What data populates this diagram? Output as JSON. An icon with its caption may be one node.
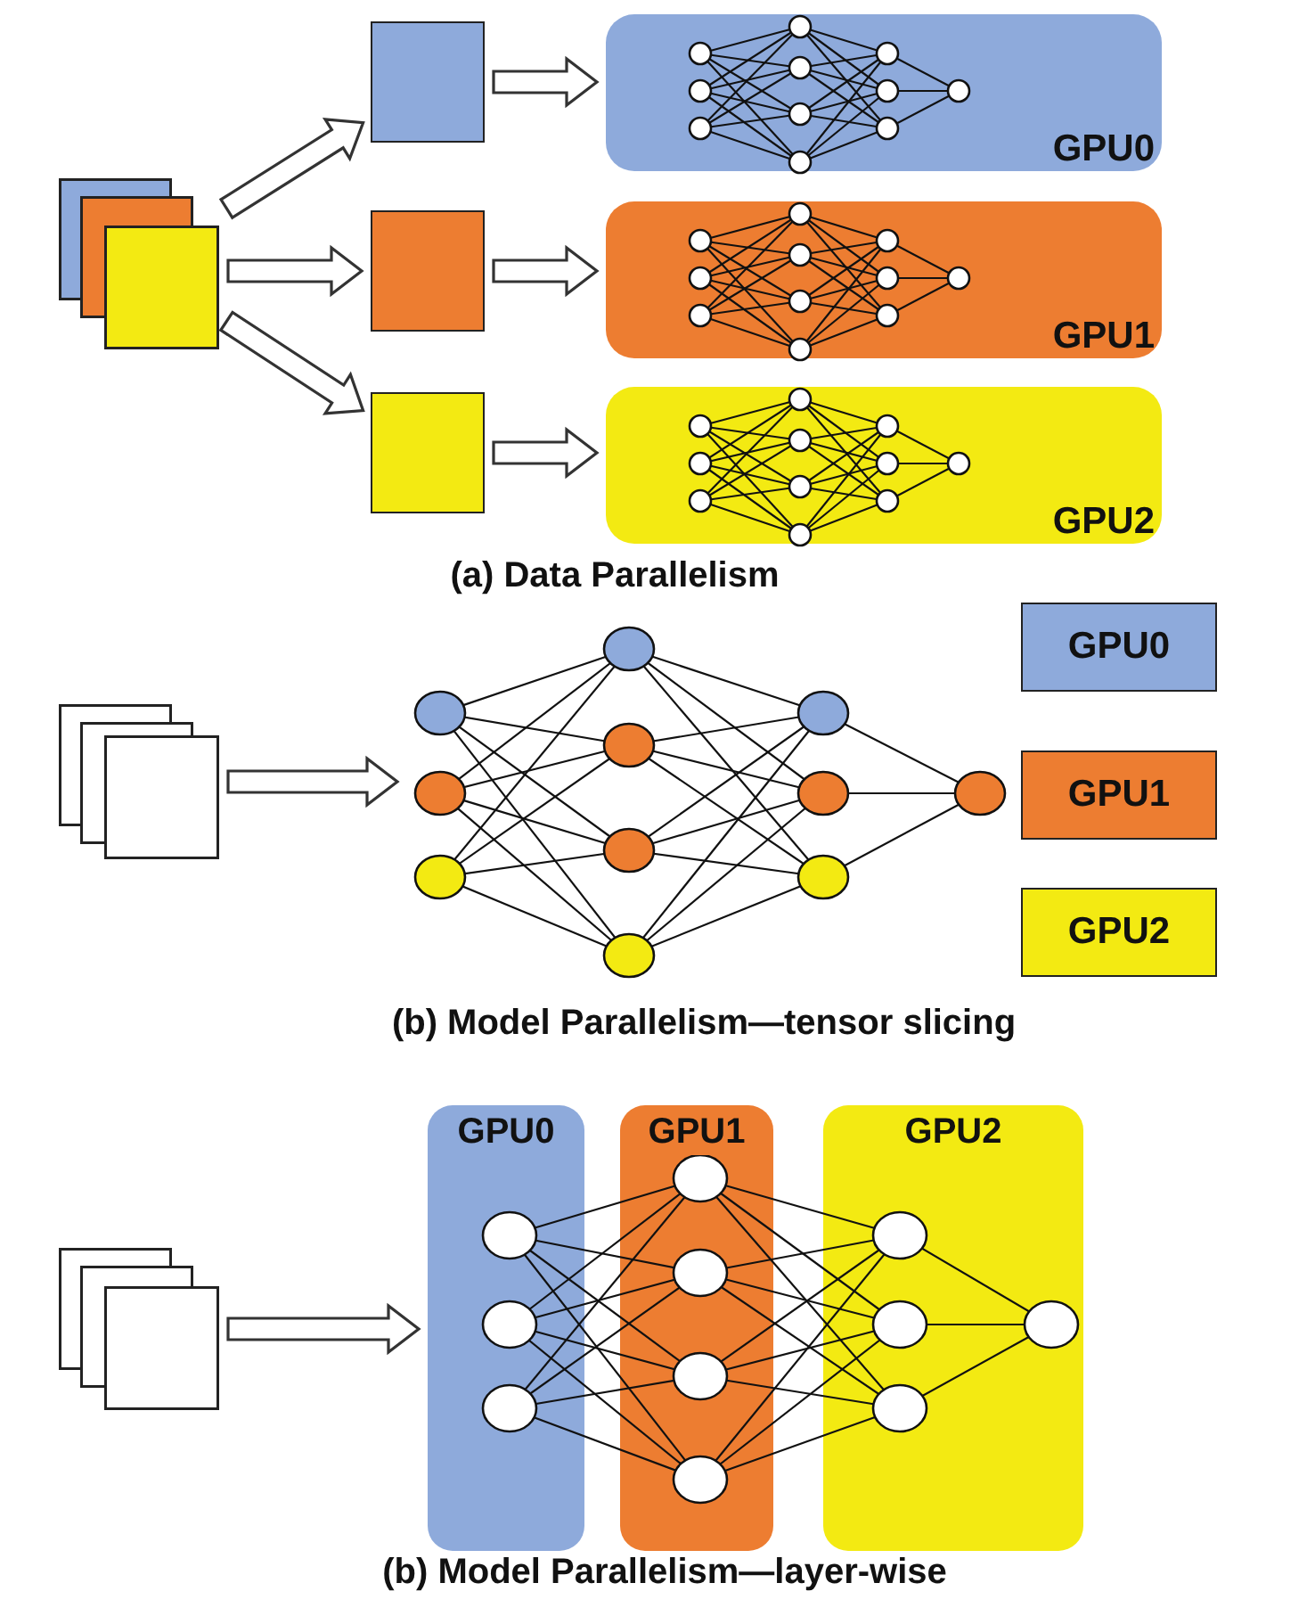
{
  "diagram": {
    "nodes": [
      {
        "text": [],
        "shape": "box"
      },
      {
        "text": [],
        "shape": "box"
      },
      {
        "text": [],
        "shape": "box"
      },
      {
        "text": [],
        "shape": "box"
      },
      {
        "text": [
          "GPU0"
        ]
      },
      {
        "text": [
          "GPU1"
        ]
      },
      {
        "text": [
          "GPU2"
        ]
      },
      {
        "text": [],
        "shape": "box"
      },
      {
        "text": [],
        "shape": "picture"
      },
      {
        "text": [
          "GPU0"
        ]
      },
      {
        "text": [
          "GPU1"
        ]
      },
      {
        "text": [
          "GPU2"
        ]
      },
      {
        "text": [],
        "shape": "box"
      },
      {
        "text": [
          "GPU0"
        ]
      },
      {
        "text": [
          "GPU1"
        ]
      },
      {
        "text": [
          "GPU2"
        ]
      }
    ],
    "edges": [
      {
        "from": 0,
        "to": 1,
        "arrow": "to"
      },
      {
        "from": 0,
        "to": 2,
        "arrow": "to"
      },
      {
        "from": 0,
        "to": 3,
        "arrow": "to"
      },
      {
        "from": 1,
        "to": 4,
        "arrow": "to"
      },
      {
        "from": 2,
        "to": 5,
        "arrow": "to"
      },
      {
        "from": 3,
        "to": 6,
        "arrow": "to"
      },
      {
        "from": 7,
        "to": 8,
        "arrow": "to"
      },
      {
        "from": 12,
        "to": 13,
        "arrow": "to"
      }
    ],
    "labels": [
      "(a) Data Parallelism",
      "(b) Model Parallelism—tensor slicing",
      "(b) Model Parallelism—layer-wise"
    ]
  }
}
